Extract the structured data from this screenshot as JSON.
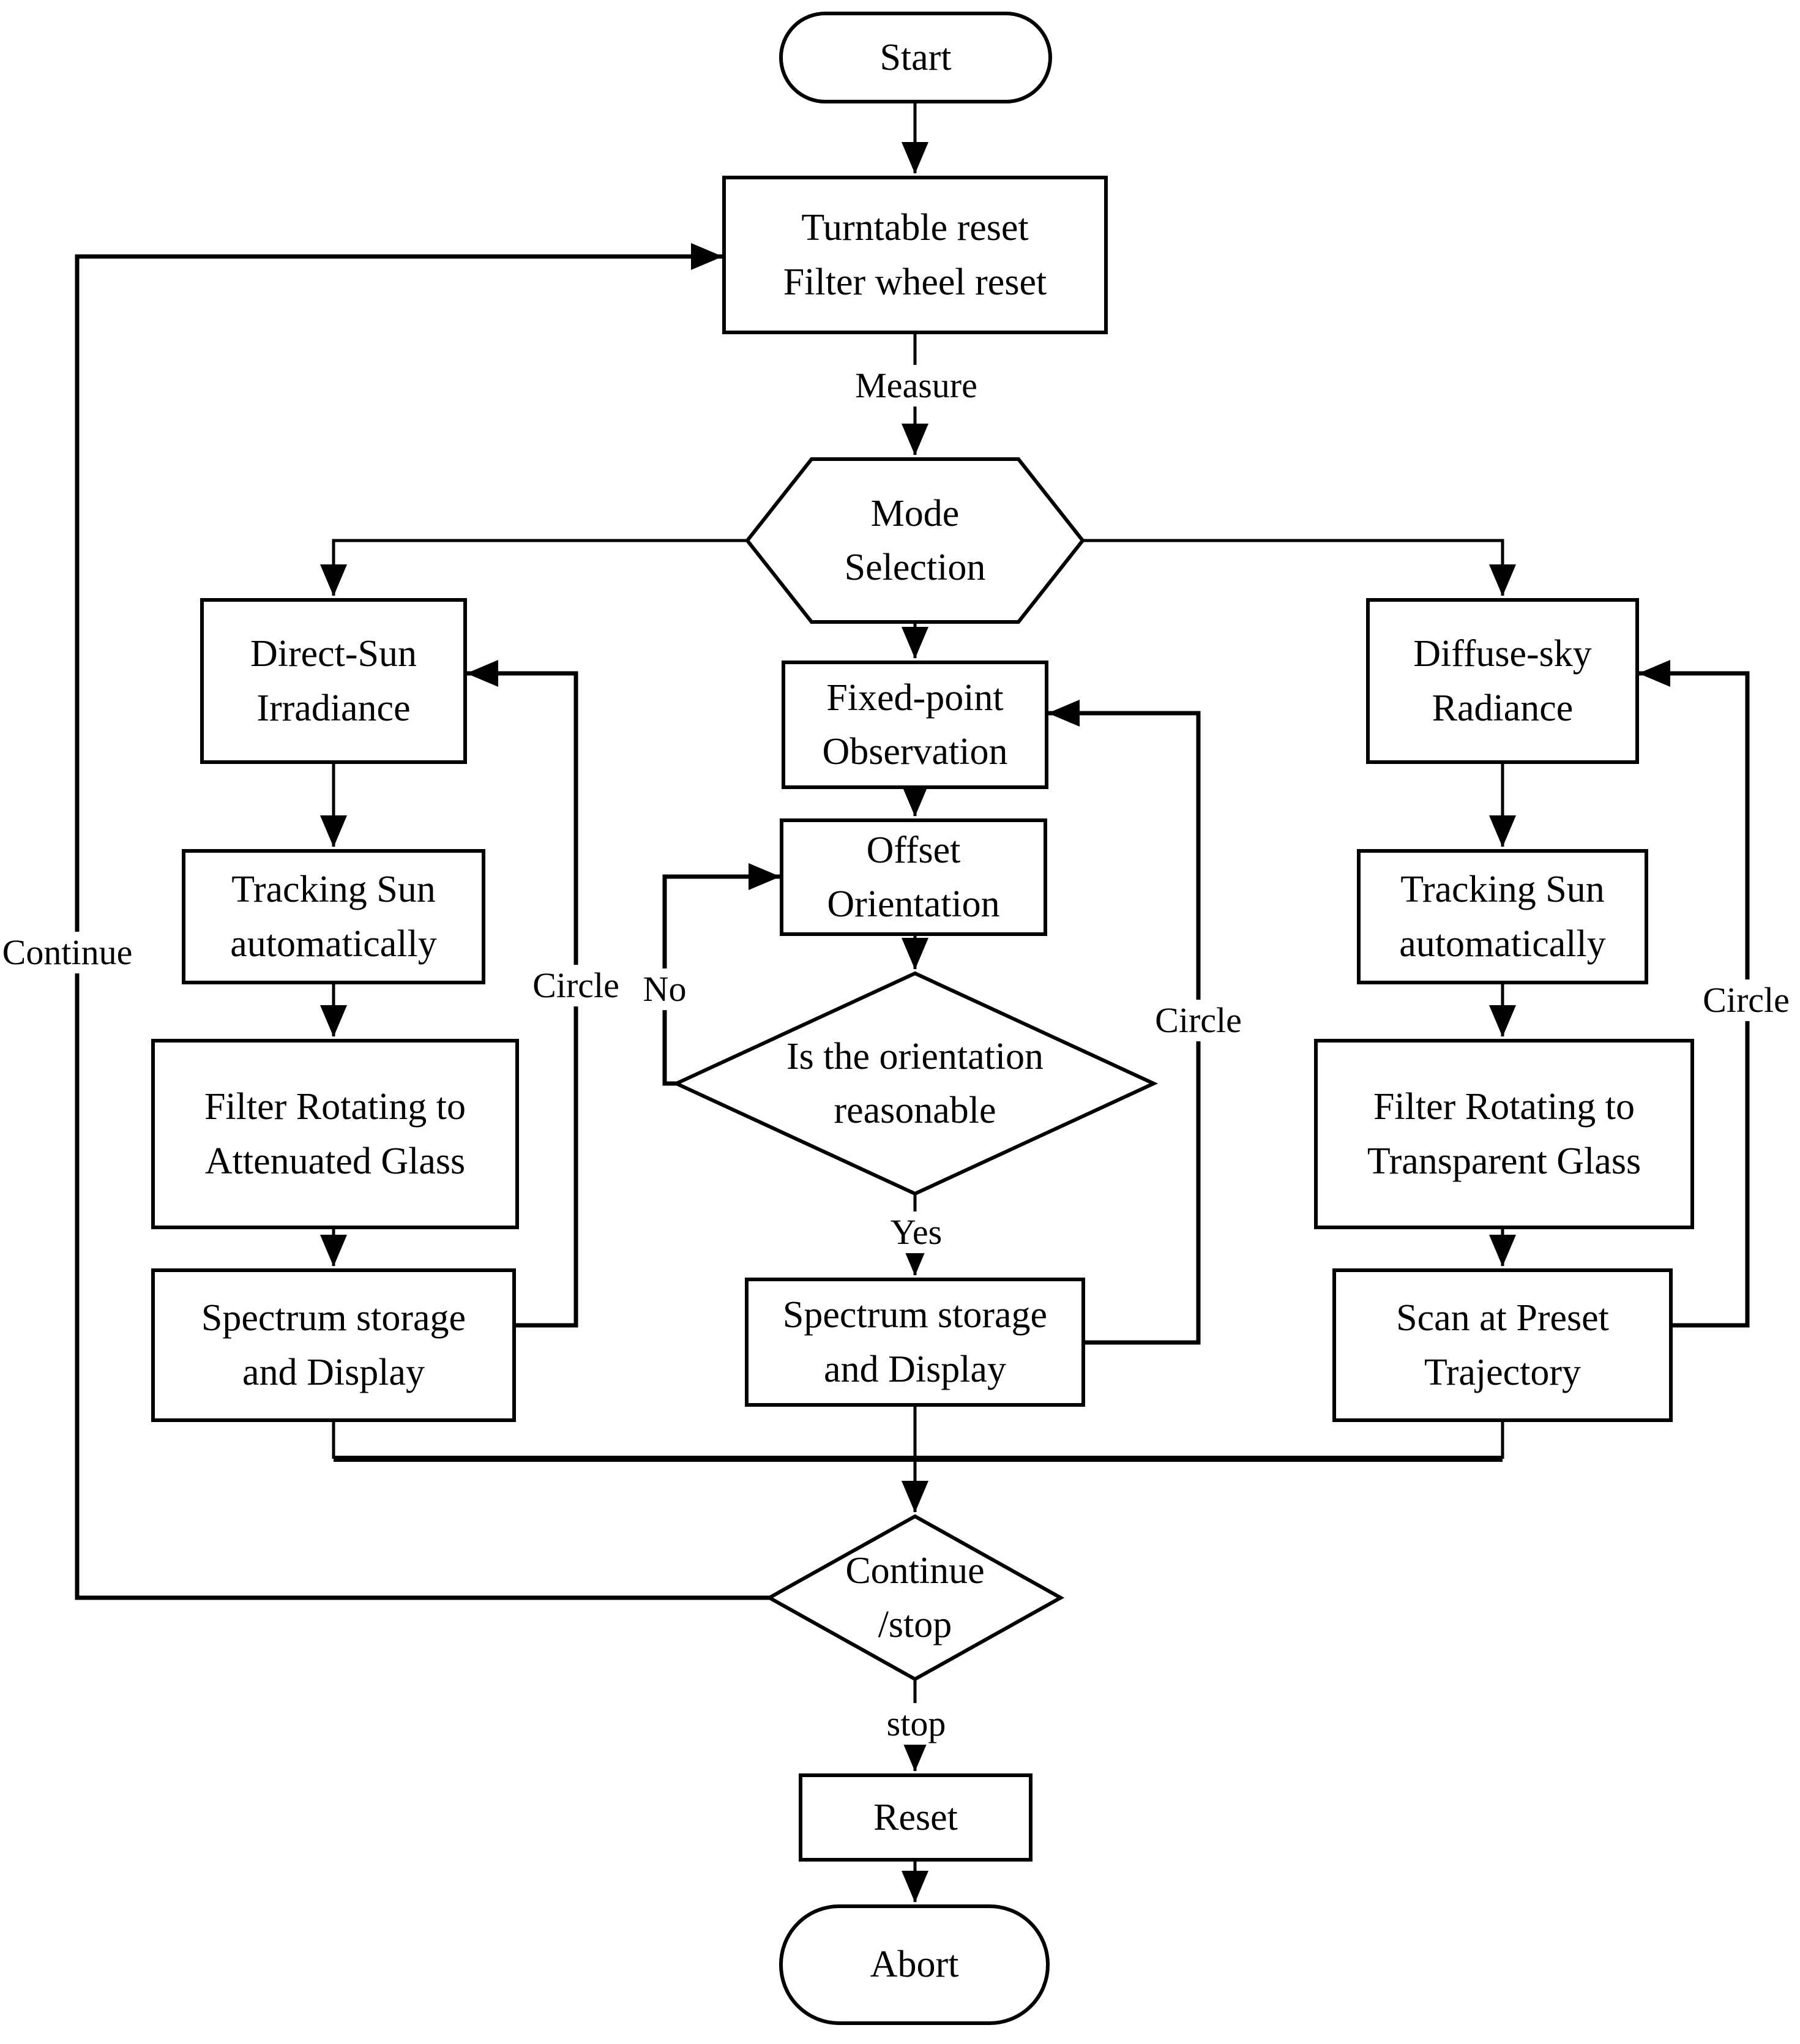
{
  "diagram": {
    "type": "flowchart",
    "background_color": "#ffffff",
    "stroke_color": "#000000",
    "text_color": "#000000",
    "nodes": {
      "start": {
        "type": "terminator",
        "label": "Start"
      },
      "turntable_reset": {
        "type": "process",
        "label": "Turntable reset\nFilter wheel reset"
      },
      "mode_selection": {
        "type": "preparation-hexagon",
        "label": "Mode\nSelection"
      },
      "direct_sun": {
        "type": "process",
        "label": "Direct-Sun\nIrradiance"
      },
      "fixed_point": {
        "type": "process",
        "label": "Fixed-point\nObservation"
      },
      "diffuse_sky": {
        "type": "process",
        "label": "Diffuse-sky\nRadiance"
      },
      "tracking_sun_left": {
        "type": "process",
        "label": "Tracking Sun\nautomatically"
      },
      "offset_orientation": {
        "type": "process",
        "label": "Offset\nOrientation"
      },
      "tracking_sun_right": {
        "type": "process",
        "label": "Tracking Sun\nautomatically"
      },
      "orientation_check": {
        "type": "decision",
        "label": "Is the orientation\nreasonable"
      },
      "filter_attenuated": {
        "type": "process",
        "label": "Filter Rotating to\nAttenuated Glass"
      },
      "filter_transparent": {
        "type": "process",
        "label": "Filter Rotating to\nTransparent Glass"
      },
      "spectrum_left": {
        "type": "process",
        "label": "Spectrum storage\nand Display"
      },
      "spectrum_mid": {
        "type": "process",
        "label": "Spectrum storage\nand Display"
      },
      "scan_preset": {
        "type": "process",
        "label": "Scan at Preset\nTrajectory"
      },
      "continue_stop": {
        "type": "decision",
        "label": "Continue\n/stop"
      },
      "reset": {
        "type": "process",
        "label": "Reset"
      },
      "abort": {
        "type": "terminator",
        "label": "Abort"
      }
    },
    "edge_labels": {
      "measure": "Measure",
      "no": "No",
      "yes": "Yes",
      "stop": "stop",
      "continue": "Continue",
      "circle_left": "Circle",
      "circle_middle": "Circle",
      "circle_right": "Circle"
    }
  }
}
